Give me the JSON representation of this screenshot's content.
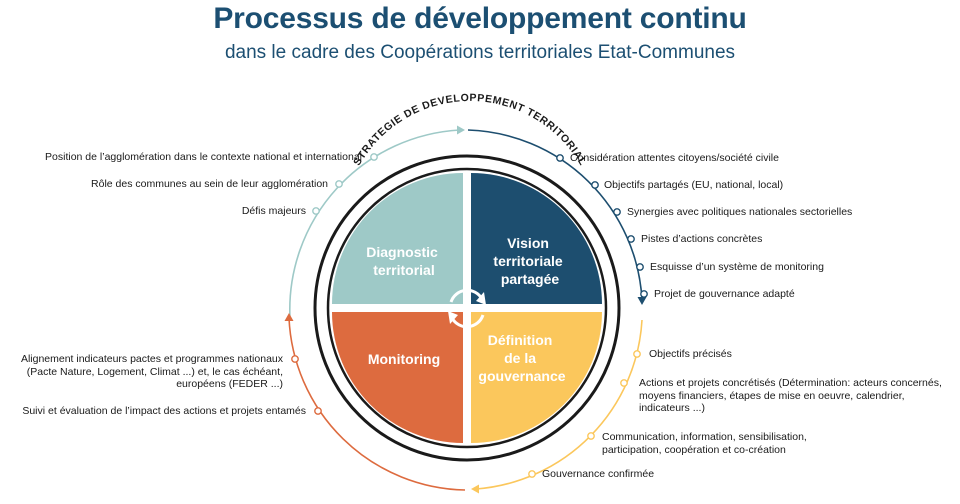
{
  "header": {
    "title": "Processus de développement continu",
    "subtitle": "dans le cadre des Coopérations territoriales Etat-Communes"
  },
  "ring_label": "STRATEGIE DE DEVELOPPEMENT TERRITORIAL",
  "quadrants": {
    "top_left": [
      "Diagnostic",
      "territorial"
    ],
    "top_right": [
      "Vision",
      "territoriale",
      "partagée"
    ],
    "bottom_left": [
      "Monitoring"
    ],
    "bottom_right": [
      "Définition",
      "de la",
      "gouvernance"
    ]
  },
  "labels": {
    "diagnostic": [
      "Position de l’agglomération dans le contexte  national et international",
      "Rôle des communes au sein de leur agglomération",
      "Défis majeurs"
    ],
    "vision": [
      "Considération attentes citoyens/société civile",
      "Objectifs partagés (EU, national, local)",
      "Synergies avec politiques nationales sectorielles",
      "Pistes d’actions concrètes",
      "Esquisse d’un système de monitoring",
      "Projet de gouvernance adapté"
    ],
    "gouvernance": {
      "objectifs": "Objectifs précisés",
      "actions": [
        "Actions et projets concrétisés (Détermination: acteurs concernés,",
        "moyens financiers, étapes de mise en oeuvre, calendrier,",
        "indicateurs ...)"
      ],
      "communication": [
        "Communication, information, sensibilisation,",
        "participation, coopération et co-création"
      ],
      "confirmee": "Gouvernance confirmée"
    },
    "monitoring": {
      "alignement": [
        "Alignement indicateurs pactes et programmes nationaux",
        "(Pacte Nature, Logement, Climat ...) et, le cas échéant,",
        "européens (FEDER ...)"
      ],
      "suivi": "Suivi et évaluation de l’impact des actions et projets entamés"
    }
  },
  "colors": {
    "title": "#1c4f72",
    "diagnostic": "#9ec9c7",
    "vision": "#1d4e6f",
    "monitoring": "#dd6b3f",
    "gouvernance": "#fbc75c",
    "ring": "#1a1a1a"
  }
}
